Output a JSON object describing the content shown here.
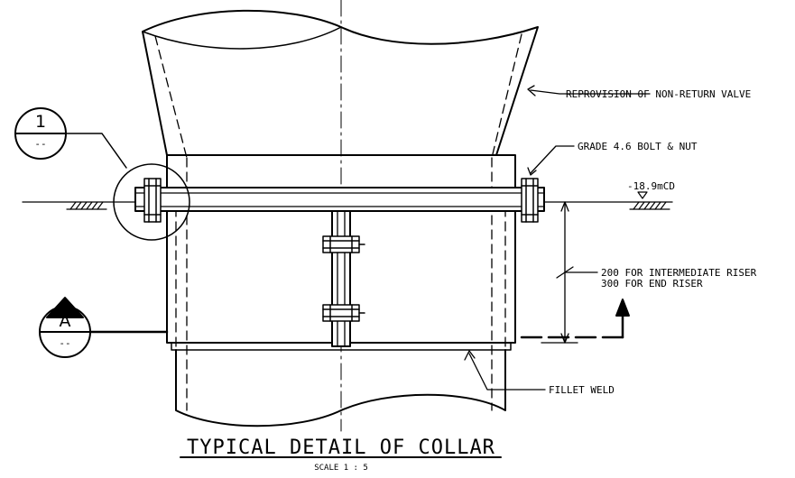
{
  "drawing": {
    "title": "TYPICAL DETAIL OF COLLAR",
    "scale": "SCALE 1 : 5"
  },
  "callouts": {
    "valve": "REPROVISION OF NON-RETURN VALVE",
    "bolt": "GRADE 4.6 BOLT & NUT",
    "level": "-18.9mCD",
    "dim_line1": "200 FOR INTERMEDIATE RISER",
    "dim_line2": "300 FOR END RISER",
    "weld": "FILLET WELD"
  },
  "detail_marker": {
    "number": "1",
    "sheet": "--"
  },
  "section_marker": {
    "letter": "A",
    "sheet": "--"
  }
}
